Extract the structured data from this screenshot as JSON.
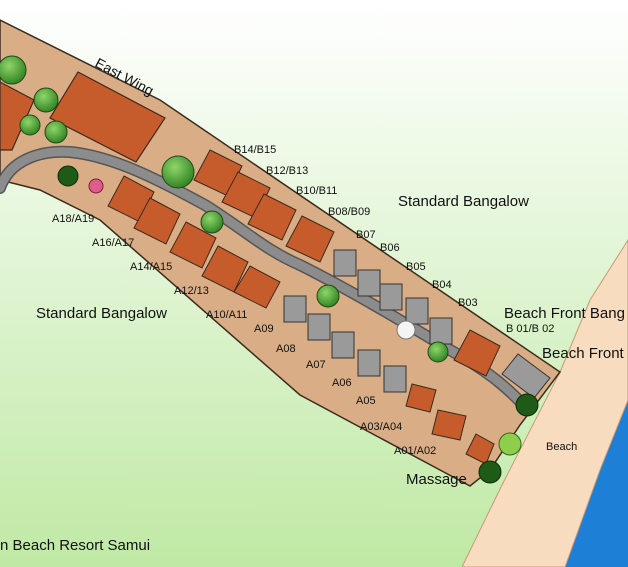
{
  "map": {
    "wing_label": "East Wing",
    "zones": {
      "standard_north": "Standard Bangalow",
      "standard_south": "Standard Bangalow",
      "beach_front_1": "Beach Front Bang",
      "beach_front_2": "Beach Front",
      "beach": "Beach",
      "massage": "Massage",
      "resort_name": "n Beach Resort Samui"
    },
    "bungalows_north": [
      "B14/B15",
      "B12/B13",
      "B10/B11",
      "B08/B09",
      "B07",
      "B06",
      "B05",
      "B04",
      "B03",
      "B 01/B 02"
    ],
    "bungalows_south": [
      "A18/A19",
      "A16/A17",
      "A14/A15",
      "A12/13",
      "A10/A11",
      "A09",
      "A08",
      "A07",
      "A06",
      "A05",
      "A03/A04",
      "A01/A02"
    ],
    "colors": {
      "grass_top": "#ffffff",
      "grass_bottom": "#bfe9a4",
      "ground": "#d9ae86",
      "roof": "#c65c2c",
      "roof_gray": "#9a9a9a",
      "path": "#8c8c8c",
      "sand": "#f7dcc0",
      "sea": "#1e7fd6",
      "tree": "#3d9a2c"
    }
  }
}
